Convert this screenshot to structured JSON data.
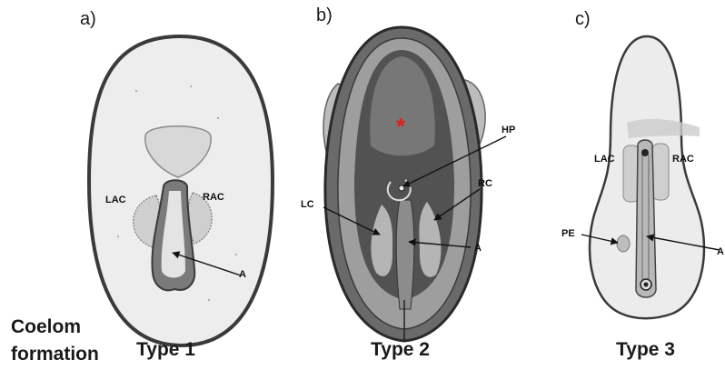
{
  "side_label": {
    "line1": "Coelom",
    "line2": "formation"
  },
  "panels": [
    {
      "letter": "a)",
      "type_label": "Type 1",
      "labels": {
        "lac": "LAC",
        "rac": "RAC",
        "a": "A"
      }
    },
    {
      "letter": "b)",
      "type_label": "Type 2",
      "labels": {
        "hp": "HP",
        "lc": "LC",
        "rc": "RC",
        "a": "A",
        "star": "*"
      },
      "colors": {
        "star": "#e02020"
      }
    },
    {
      "letter": "c)",
      "type_label": "Type 3",
      "labels": {
        "lac": "LAC",
        "rac": "RAC",
        "pe": "PE",
        "a": "A"
      }
    }
  ]
}
